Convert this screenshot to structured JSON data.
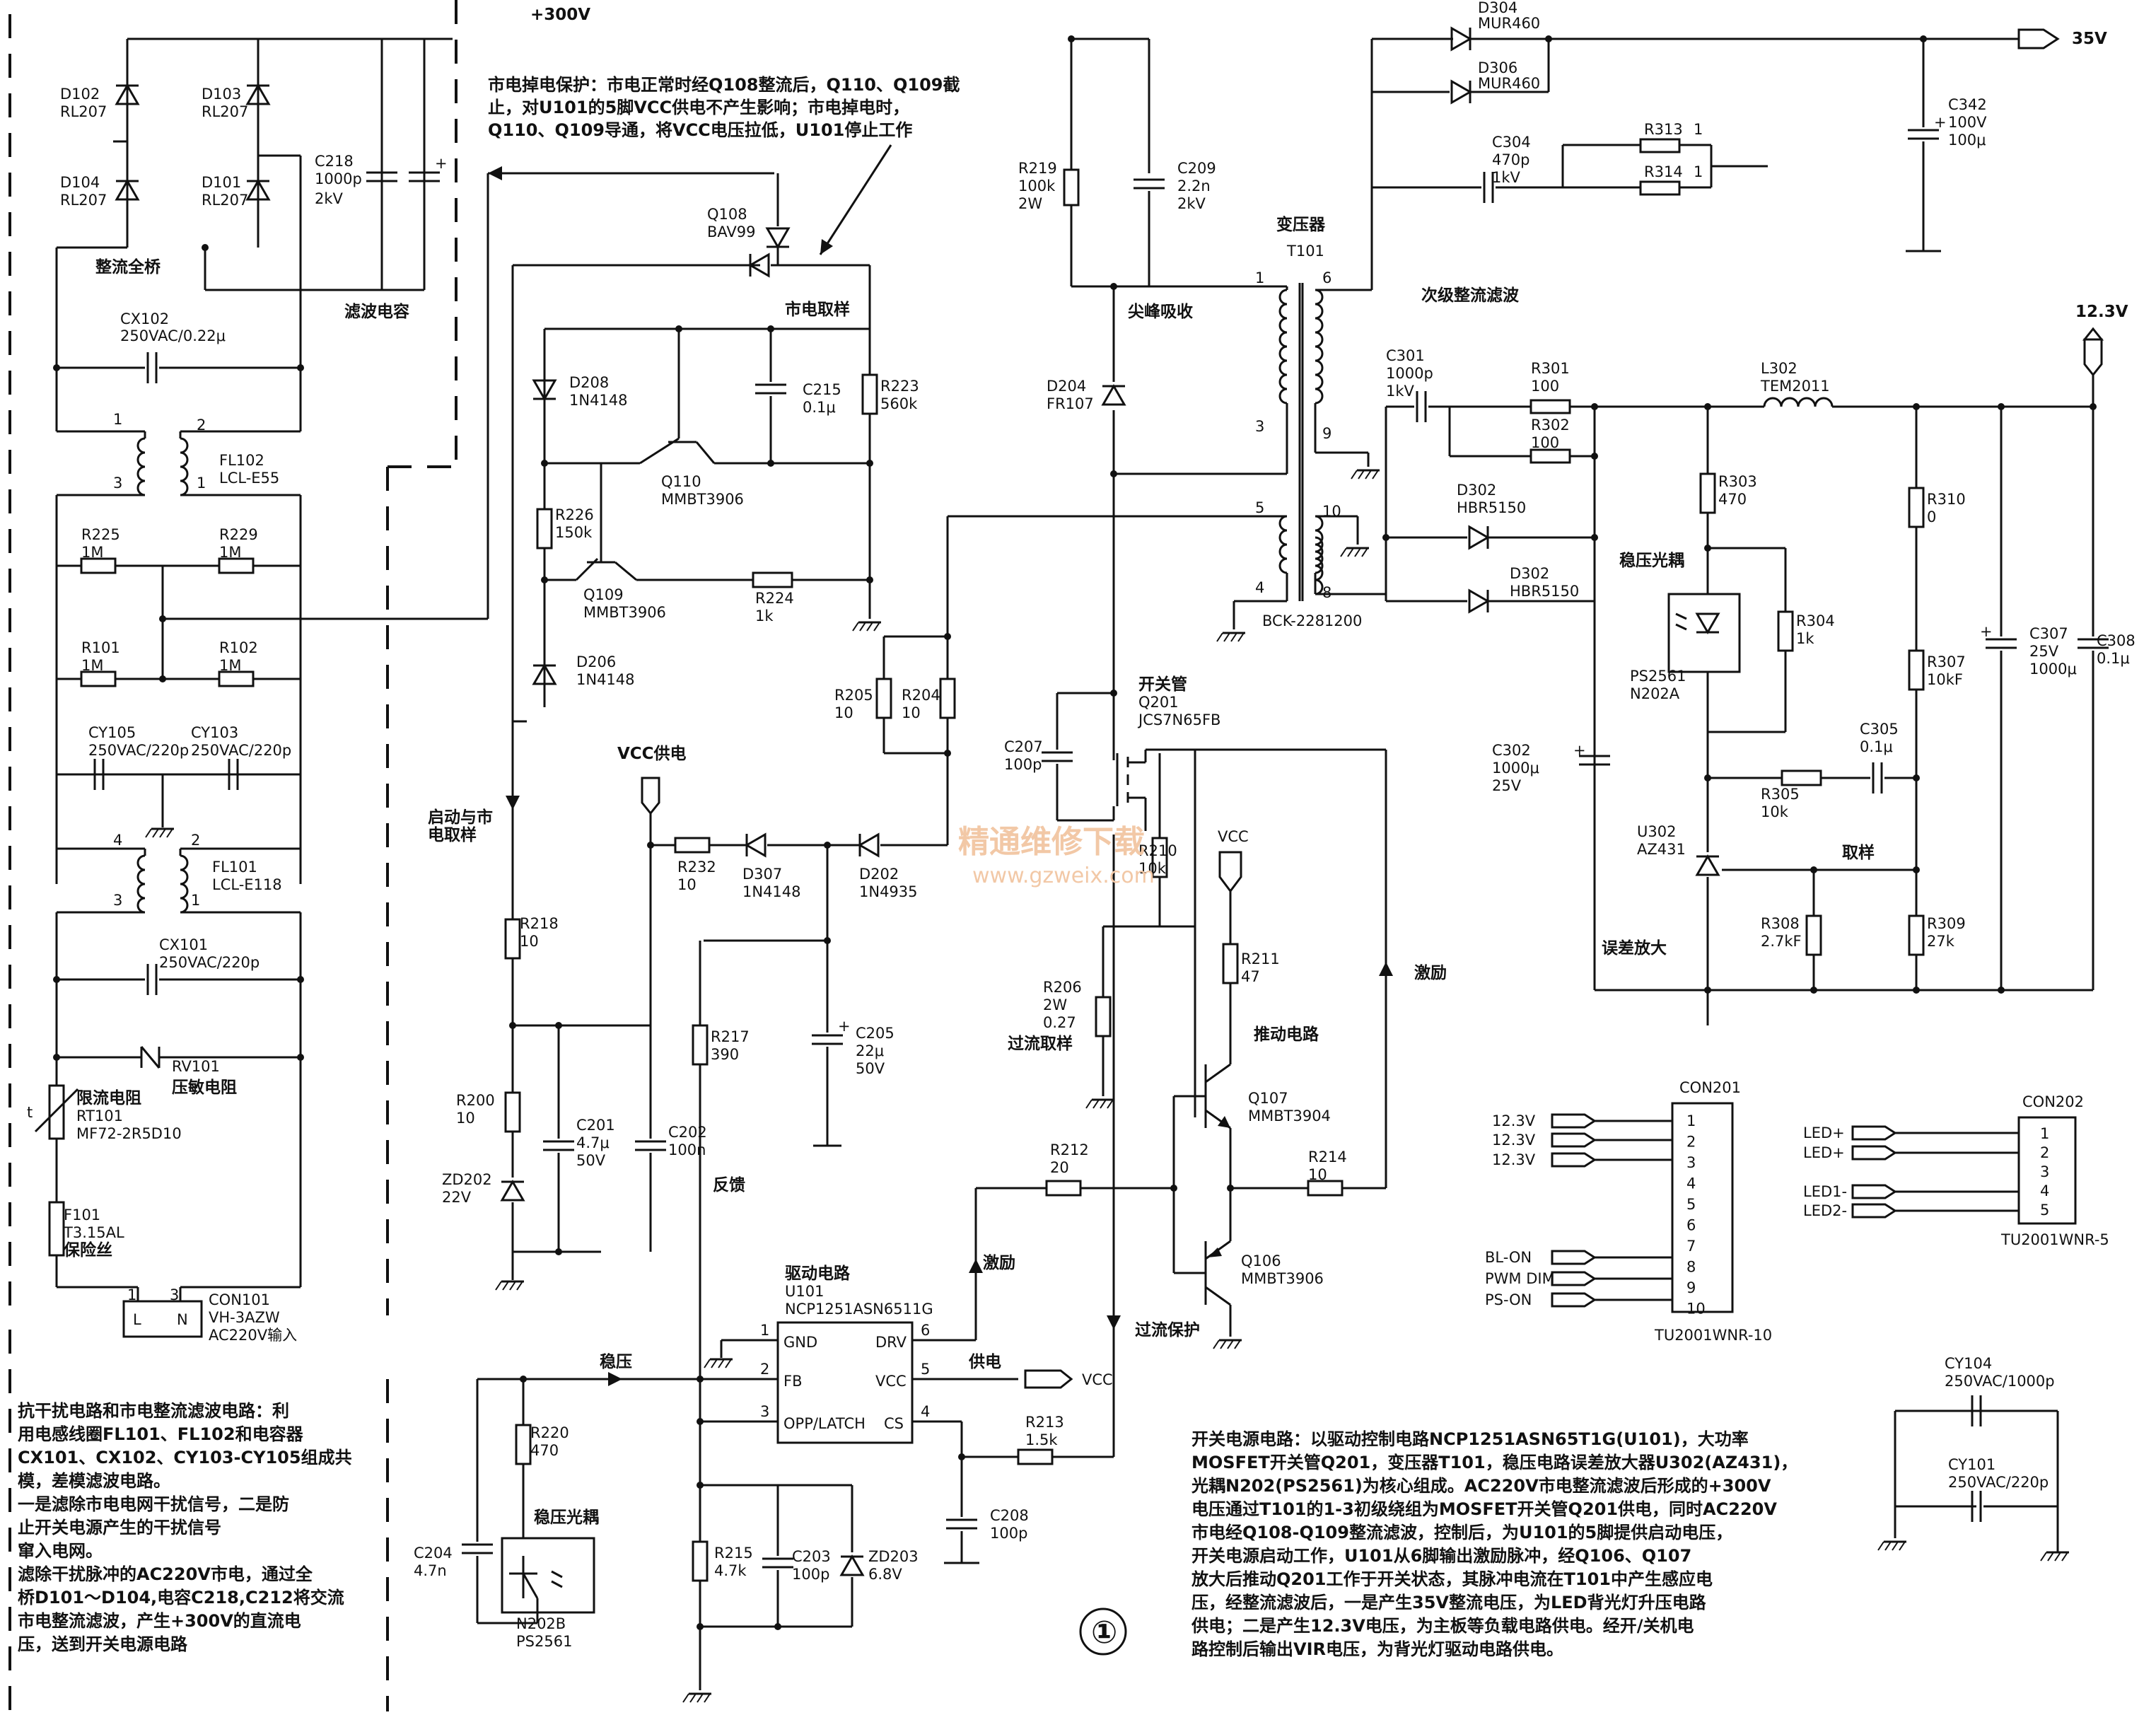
{
  "rails": {
    "hv": "+300V",
    "out35": "35V",
    "out12": "12.3V"
  },
  "bridge": {
    "d102": [
      "D102",
      "RL207"
    ],
    "d103": [
      "D103",
      "RL207"
    ],
    "d104": [
      "D104",
      "RL207"
    ],
    "d101": [
      "D101",
      "RL207"
    ],
    "title": "整流全桥"
  },
  "c218": [
    "C218",
    "1000p",
    "2kV"
  ],
  "filter_cap": "滤波电容",
  "cx102": [
    "CX102",
    "250VAC/0.22μ"
  ],
  "fl102": [
    "FL102",
    "LCL-E55"
  ],
  "fl101": [
    "FL101",
    "LCL-E118"
  ],
  "r225": [
    "R225",
    "1M"
  ],
  "r229": [
    "R229",
    "1M"
  ],
  "r101": [
    "R101",
    "1M"
  ],
  "r102": [
    "R102",
    "1M"
  ],
  "cy105": [
    "CY105",
    "250VAC/220p"
  ],
  "cy103": [
    "CY103",
    "250VAC/220p"
  ],
  "cx101": [
    "CX101",
    "250VAC/220p"
  ],
  "rv101": [
    "RV101",
    "压敏电阻"
  ],
  "rt101": [
    "限流电阻",
    "RT101",
    "MF72-2R5D10"
  ],
  "f101": [
    "F101",
    "T3.15AL",
    "保险丝"
  ],
  "con101": [
    "CON101",
    "VH-3AZW",
    "AC220V输入"
  ],
  "con101_pins": [
    "1",
    "3",
    "L",
    "N"
  ],
  "note_mains": [
    "市电掉电保护：市电正常时经Q108整流后，Q110、Q109截",
    "止，对U101的5脚VCC供电不产生影响；市电掉电时，",
    "Q110、Q109导通，将VCC电压拉低，U101停止工作"
  ],
  "q108": [
    "Q108",
    "BAV99"
  ],
  "mains_sample": "市电取样",
  "d208": [
    "D208",
    "1N4148"
  ],
  "c215": [
    "C215",
    "0.1μ"
  ],
  "r223": [
    "R223",
    "560k"
  ],
  "q110": [
    "Q110",
    "MMBT3906"
  ],
  "r226": [
    "R226",
    "150k"
  ],
  "q109": [
    "Q109",
    "MMBT3906"
  ],
  "r224": [
    "R224",
    "1k"
  ],
  "d206": [
    "D206",
    "1N4148"
  ],
  "r219": [
    "R219",
    "100k",
    "2W"
  ],
  "c209": [
    "C209",
    "2.2n",
    "2kV"
  ],
  "spike": "尖峰吸收",
  "d204": [
    "D204",
    "FR107"
  ],
  "t101": [
    "变压器",
    "T101",
    "BCK-2281200"
  ],
  "pins": [
    "1",
    "3",
    "5",
    "4",
    "6",
    "9",
    "10",
    "8"
  ],
  "r205": [
    "R205",
    "10"
  ],
  "r204": [
    "R204",
    "10"
  ],
  "q201": [
    "开关管",
    "Q201",
    "JCS7N65FB"
  ],
  "c207": [
    "C207",
    "100p"
  ],
  "vcc_supply": "VCC供电",
  "start_sample": [
    "启动与市",
    "电取样"
  ],
  "r232": [
    "R232",
    "10"
  ],
  "d307": [
    "D307",
    "1N4148"
  ],
  "d202": [
    "D202",
    "1N4935"
  ],
  "r218": [
    "R218",
    "10"
  ],
  "r217": [
    "R217",
    "390"
  ],
  "c205": [
    "C205",
    "22μ",
    "50V"
  ],
  "r210": [
    "R210",
    "10k"
  ],
  "vcc": "VCC",
  "r211": [
    "R211",
    "47"
  ],
  "drive_circuit": "推动电路",
  "excite": "激励",
  "r206": [
    "R206",
    "2W",
    "0.27",
    "过流取样"
  ],
  "q107": [
    "Q107",
    "MMBT3904"
  ],
  "q106": [
    "Q106",
    "MMBT3906"
  ],
  "r212": [
    "R212",
    "20"
  ],
  "r214": [
    "R214",
    "10"
  ],
  "r200": [
    "R200",
    "10"
  ],
  "c201": [
    "C201",
    "4.7μ",
    "50V"
  ],
  "c202": [
    "C202",
    "100n"
  ],
  "zd202": [
    "ZD202",
    "22V"
  ],
  "feedback": "反馈",
  "u101": [
    "驱动电路",
    "U101",
    "NCP1251ASN6511G"
  ],
  "u101_pins": [
    "GND",
    "FB",
    "OPP/LATCH",
    "DRV",
    "VCC",
    "CS"
  ],
  "u101_pinnums": [
    "1",
    "2",
    "3",
    "6",
    "5",
    "4"
  ],
  "regulate": "稳压",
  "supply": "供电",
  "ocp": "过流保护",
  "r213": [
    "R213",
    "1.5k"
  ],
  "c208": [
    "C208",
    "100p"
  ],
  "r220": [
    "R220",
    "470"
  ],
  "opto_label": "稳压光耦",
  "n202b": [
    "N202B",
    "PS2561"
  ],
  "c204": [
    "C204",
    "4.7n"
  ],
  "r215": [
    "R215",
    "4.7k"
  ],
  "c203": [
    "C203",
    "100p"
  ],
  "zd203": [
    "ZD203",
    "6.8V"
  ],
  "page_num": "①",
  "d304": [
    "D304",
    "MUR460"
  ],
  "d306": [
    "D306",
    "MUR460"
  ],
  "c304": [
    "C304",
    "470p",
    "1kV"
  ],
  "r313": [
    "R313",
    "1"
  ],
  "r314": [
    "R314",
    "1"
  ],
  "c342": [
    "C342",
    "100V",
    "100μ"
  ],
  "secondary": "次级整流滤波",
  "c301": [
    "C301",
    "1000p",
    "1kV"
  ],
  "r301": [
    "R301",
    "100"
  ],
  "r302": [
    "R302",
    "100"
  ],
  "l302": [
    "L302",
    "TEM2011"
  ],
  "d302a": [
    "D302",
    "HBR5150"
  ],
  "d302b": [
    "D302",
    "HBR5150"
  ],
  "r303": [
    "R303",
    "470"
  ],
  "r310": [
    "R310",
    "0"
  ],
  "opto2": [
    "稳压光耦",
    "PS2561",
    "N202A"
  ],
  "r304": [
    "R304",
    "1k"
  ],
  "r307": [
    "R307",
    "10kF"
  ],
  "c307": [
    "C307",
    "25V",
    "1000μ"
  ],
  "c308": [
    "C308",
    "0.1μ"
  ],
  "c302": [
    "C302",
    "1000μ",
    "25V"
  ],
  "c305": [
    "C305",
    "0.1μ"
  ],
  "r305": [
    "R305",
    "10k"
  ],
  "u302": [
    "U302",
    "AZ431"
  ],
  "sample": "取样",
  "r308": [
    "R308",
    "2.7kF"
  ],
  "r309": [
    "R309",
    "27k"
  ],
  "err_amp": "误差放大",
  "con201": {
    "title": "CON201",
    "model": "TU2001WNR-10",
    "pins": [
      "1",
      "2",
      "3",
      "4",
      "5",
      "6",
      "7",
      "8",
      "9",
      "10"
    ],
    "signals": [
      "12.3V",
      "12.3V",
      "12.3V",
      "BL-ON",
      "PWM DIM",
      "PS-ON"
    ]
  },
  "con202": {
    "title": "CON202",
    "model": "TU2001WNR-5",
    "pins": [
      "1",
      "2",
      "3",
      "4",
      "5"
    ],
    "signals": [
      "LED+",
      "LED+",
      "LED1-",
      "LED2-"
    ]
  },
  "cy104": [
    "CY104",
    "250VAC/1000p"
  ],
  "cy101": [
    "CY101",
    "250VAC/220p"
  ],
  "left_desc": [
    "抗干扰电路和市电整流滤波电路：利",
    "用电感线圈FL101、FL102和电容器",
    "CX101、CX102、CY103-CY105组成共",
    "模，差模滤波电路。",
    "一是滤除市电电网干扰信号，二是防",
    "止开关电源产生的干扰信号",
    "窜入电网。",
    "滤除干扰脉冲的AC220V市电，通过全",
    "桥D101～D104,电容C218,C212将交流",
    "市电整流滤波，产生+300V的直流电",
    "压，送到开关电源电路"
  ],
  "right_desc": [
    "开关电源电路：以驱动控制电路NCP1251ASN65T1G(U101)，大功率",
    "MOSFET开关管Q201，变压器T101，稳压电路误差放大器U302(AZ431)，",
    "光耦N202(PS2561)为核心组成。AC220V市电整流滤波后形成的+300V",
    "电压通过T101的1-3初级绕组为MOSFET开关管Q201供电，同时AC220V",
    "市电经Q108-Q109整流滤波，控制后，为U101的5脚提供启动电压，",
    "开关电源启动工作，U101从6脚输出激励脉冲，经Q106、Q107",
    "放大后推动Q201工作于开关状态，其脉冲电流在T101中产生感应电",
    "压，经整流滤波后，一是产生35V整流电压，为LED背光灯升压电路",
    "供电；二是产生12.3V电压，为主板等负载电路供电。经开/关机电",
    "路控制后输出VIR电压，为背光灯驱动电路供电。"
  ],
  "watermark": [
    "精通维修下载",
    "www.gzweix.com"
  ]
}
